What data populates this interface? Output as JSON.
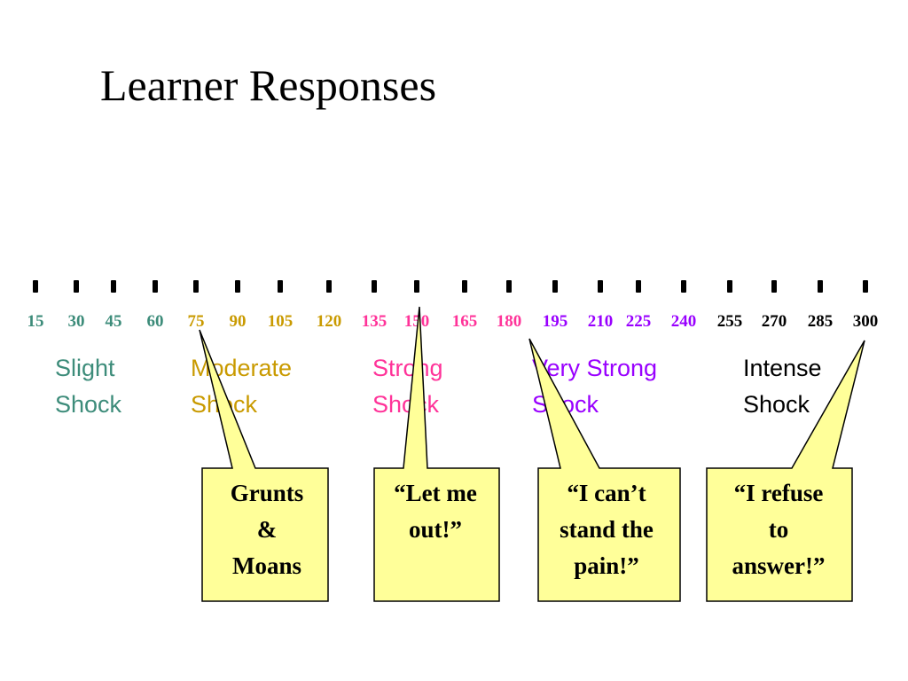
{
  "slide": {
    "title": "Learner Responses"
  },
  "scale": {
    "tick_color": "#000000",
    "voltages": [
      {
        "value": "15",
        "color": "#3d8c7a"
      },
      {
        "value": "30",
        "color": "#3d8c7a"
      },
      {
        "value": "45",
        "color": "#3d8c7a"
      },
      {
        "value": "60",
        "color": "#3d8c7a"
      },
      {
        "value": "75",
        "color": "#c99a00"
      },
      {
        "value": "90",
        "color": "#c99a00"
      },
      {
        "value": "105",
        "color": "#c99a00"
      },
      {
        "value": "120",
        "color": "#c99a00"
      },
      {
        "value": "135",
        "color": "#ff3399"
      },
      {
        "value": "150",
        "color": "#ff3399"
      },
      {
        "value": "165",
        "color": "#ff3399"
      },
      {
        "value": "180",
        "color": "#ff3399"
      },
      {
        "value": "195",
        "color": "#9900ff"
      },
      {
        "value": "210",
        "color": "#9900ff"
      },
      {
        "value": "225",
        "color": "#9900ff"
      },
      {
        "value": "240",
        "color": "#9900ff"
      },
      {
        "value": "255",
        "color": "#000000"
      },
      {
        "value": "270",
        "color": "#000000"
      },
      {
        "value": "285",
        "color": "#000000"
      },
      {
        "value": "300",
        "color": "#000000"
      }
    ]
  },
  "categories": [
    {
      "line1": "Slight",
      "line2": "Shock",
      "color": "#3d8c7a"
    },
    {
      "line1": "Moderate",
      "line2": "Shock",
      "color": "#c99a00"
    },
    {
      "line1": "Strong",
      "line2": "Shock",
      "color": "#ff3399"
    },
    {
      "line1": "Very Strong",
      "line2": "Shock",
      "color": "#9900ff"
    },
    {
      "line1": "Intense",
      "line2": "Shock",
      "color": "#000000"
    }
  ],
  "callouts": {
    "fill": "#ffff99",
    "stroke": "#000000",
    "items": [
      {
        "lines": [
          "Grunts",
          "&",
          "Moans"
        ],
        "points_to": "75"
      },
      {
        "lines": [
          "“Let me",
          "out!”"
        ],
        "points_to": "150"
      },
      {
        "lines": [
          "“I can’t",
          "stand the",
          "pain!”"
        ],
        "points_to": "180"
      },
      {
        "lines": [
          "“I refuse",
          "to",
          "answer!”"
        ],
        "points_to": "300"
      }
    ]
  }
}
